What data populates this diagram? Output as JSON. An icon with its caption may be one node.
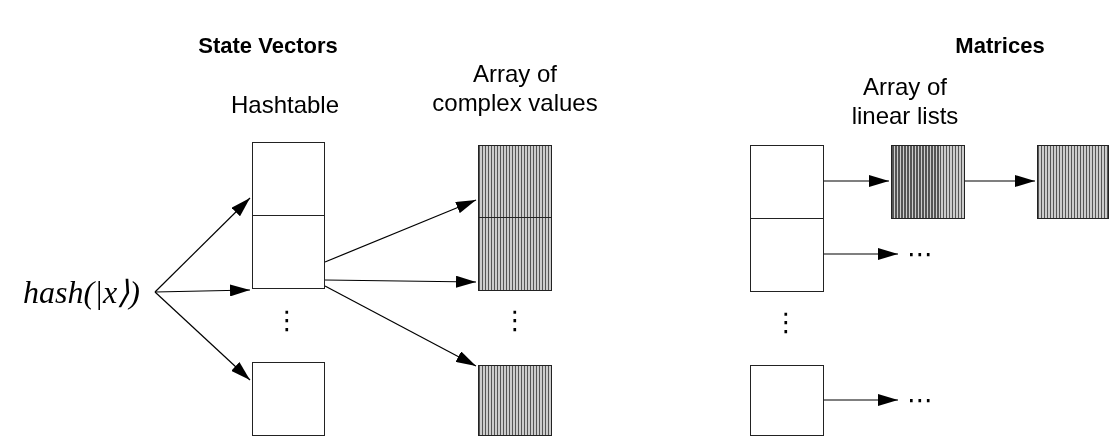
{
  "diagram": {
    "nodes": [
      {
        "text": [
          "hash(|x⟩)"
        ]
      },
      {
        "text": [],
        "shape": "box"
      },
      {
        "text": [],
        "shape": "box"
      },
      {
        "text": [],
        "shape": "box"
      },
      {
        "text": [],
        "shape": "box"
      },
      {
        "text": [],
        "shape": "box"
      },
      {
        "text": [],
        "shape": "box"
      },
      {
        "text": [],
        "shape": "box"
      },
      {
        "text": [],
        "shape": "box"
      },
      {
        "text": [],
        "shape": "box"
      },
      {
        "text": [],
        "shape": "box"
      },
      {
        "text": [],
        "shape": "box"
      },
      {
        "text": [
          "⋯"
        ]
      },
      {
        "text": [
          "⋯"
        ]
      }
    ],
    "edges": [
      {
        "from": 0,
        "to": 1,
        "arrow": "to"
      },
      {
        "from": 0,
        "to": 2,
        "arrow": "to"
      },
      {
        "from": 0,
        "to": 3,
        "arrow": "to"
      },
      {
        "from": 2,
        "to": 4,
        "arrow": "to"
      },
      {
        "from": 2,
        "to": 5,
        "arrow": "to"
      },
      {
        "from": 2,
        "to": 6,
        "arrow": "to"
      },
      {
        "from": 7,
        "to": 10,
        "arrow": "to"
      },
      {
        "from": 10,
        "to": 11,
        "arrow": "to"
      },
      {
        "from": 8,
        "to": 12,
        "arrow": "to"
      },
      {
        "from": 9,
        "to": 13,
        "arrow": "to"
      }
    ],
    "labels": [
      "State Vectors",
      "Matrices",
      "Array of complex values",
      "Array of linear lists",
      "Hashtable",
      "⋮",
      "⋮",
      "⋮"
    ]
  }
}
